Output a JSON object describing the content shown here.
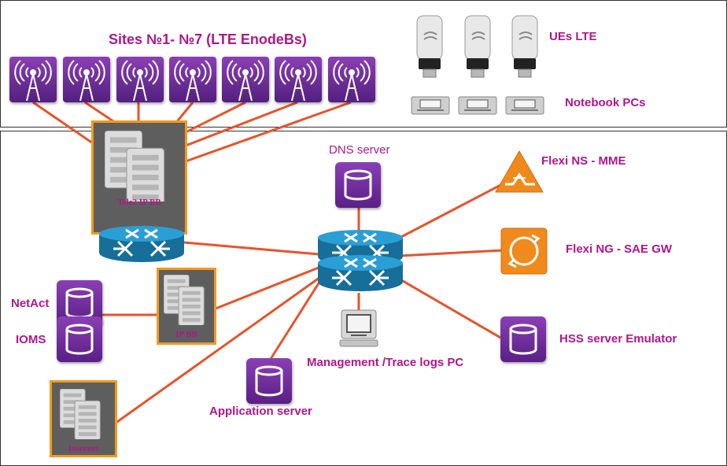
{
  "diagram": {
    "sites_title": "Sites №1- №7 (LTE EnodeBs)",
    "ues_label": "UEs LTE",
    "notebook_label": "Notebook PCs",
    "dns_label": "DNS server",
    "mme_label": "Flexi NS - MME",
    "saegw_label": "Flexi NG - SAE GW",
    "hss_label": "HSS server Emulator",
    "mgmt_label": "Management /Trace logs PC",
    "app_label": "Application server",
    "netact_label": "NetAct",
    "ioms_label": "IOMS",
    "tele2_label": "Tele2   IP BB",
    "ipbb_label": "IP BB",
    "internet_label": "Internet"
  },
  "colors": {
    "label": "#b0168c",
    "link": "#e8532a",
    "orange_border": "#f29a1e",
    "purple": "#6b2a96",
    "router_blue": "#1b7fb0"
  },
  "icons": [
    "cell-tower-icon",
    "usb-modem-icon",
    "laptop-icon",
    "database-icon",
    "router-icon",
    "server-stack-icon",
    "mme-icon",
    "saegw-icon"
  ]
}
